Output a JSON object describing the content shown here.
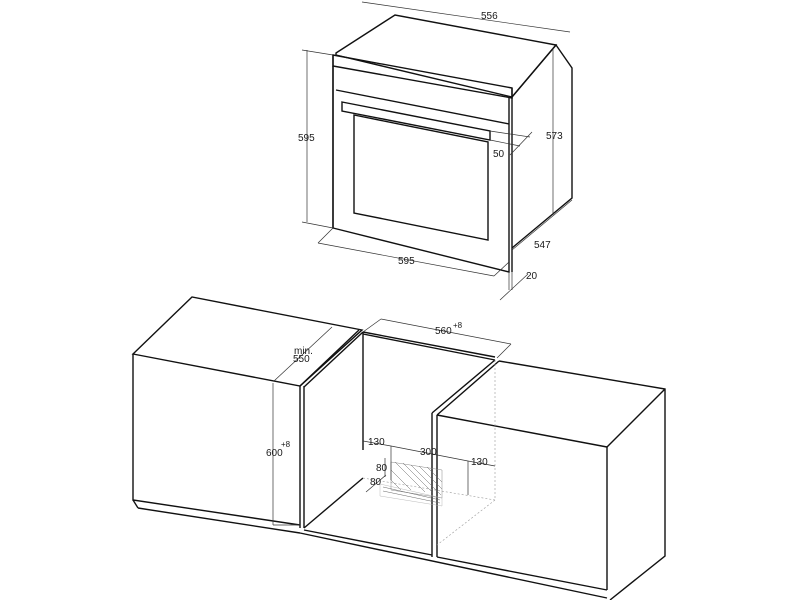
{
  "oven": {
    "dimensions": {
      "depth_top": "556",
      "height_front": "595",
      "height_side": "573",
      "width_front": "595",
      "depth_side": "547",
      "handle_projection": "50",
      "front_panel_thickness": "20"
    }
  },
  "niche": {
    "dimensions": {
      "width": "560",
      "width_tolerance": "+8",
      "depth_label": "min.",
      "depth": "550",
      "height": "600",
      "height_tolerance": "+8",
      "vent_left_offset": "130",
      "vent_width": "300",
      "vent_right_offset": "130",
      "vent_height": "80",
      "vent_depth": "80"
    }
  },
  "colors": {
    "line": "#111111",
    "background": "#ffffff"
  }
}
